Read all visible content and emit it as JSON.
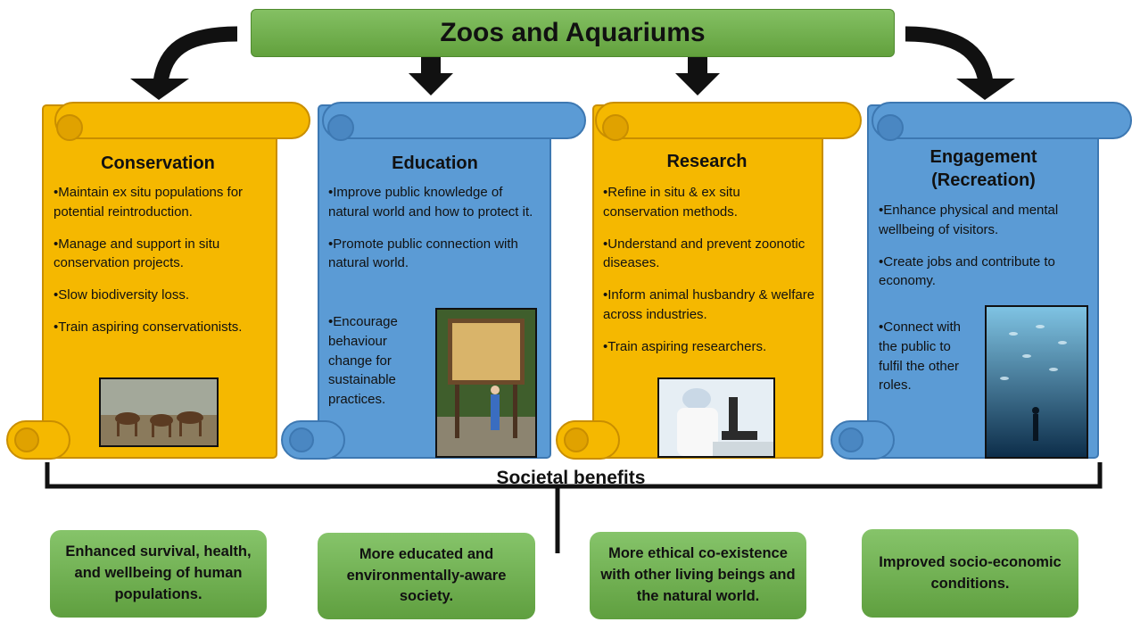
{
  "title": "Zoos and Aquariums",
  "colors": {
    "gold": "#f5b700",
    "blue": "#5b9bd5",
    "green": "#6aaa47"
  },
  "cards": [
    {
      "title": "Conservation",
      "bullets": [
        "Maintain ex situ populations for potential reintroduction.",
        "Manage and support in situ conservation projects.",
        "Slow biodiversity loss.",
        "Train aspiring conservationists."
      ]
    },
    {
      "title": "Education",
      "bullets": [
        "Improve public knowledge of natural world and how to protect it.",
        "Promote public connection with natural world.",
        "Encourage behaviour change for sustainable practices."
      ]
    },
    {
      "title": "Research",
      "bullets": [
        "Refine in situ & ex situ conservation methods.",
        "Understand and prevent zoonotic diseases.",
        "Inform animal husbandry & welfare across industries.",
        "Train aspiring researchers."
      ]
    },
    {
      "title": "Engagement (Recreation)",
      "bullets": [
        "Enhance physical and mental wellbeing of visitors.",
        "Create jobs and contribute to economy.",
        "Connect with the public to fulfil the other roles."
      ]
    }
  ],
  "benefits_label": "Societal benefits",
  "outcomes": [
    "Enhanced survival, health, and wellbeing of human populations.",
    "More educated and environmentally-aware society.",
    "More ethical co-existence with other living beings and the natural world.",
    "Improved socio-economic conditions."
  ]
}
